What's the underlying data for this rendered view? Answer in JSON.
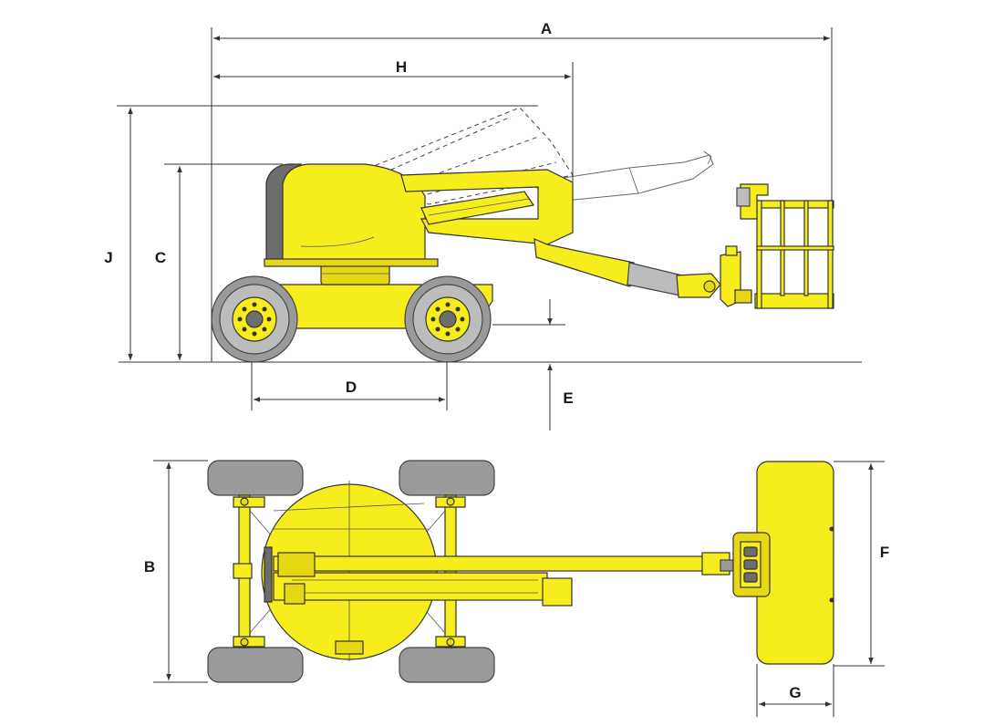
{
  "labels": {
    "A": "A",
    "B": "B",
    "C": "C",
    "D": "D",
    "E": "E",
    "F": "F",
    "G": "G",
    "H": "H",
    "J": "J"
  },
  "colors": {
    "machine_body": "#f7ec1c",
    "tyre": "#9a9a9a",
    "outline": "#333333"
  }
}
